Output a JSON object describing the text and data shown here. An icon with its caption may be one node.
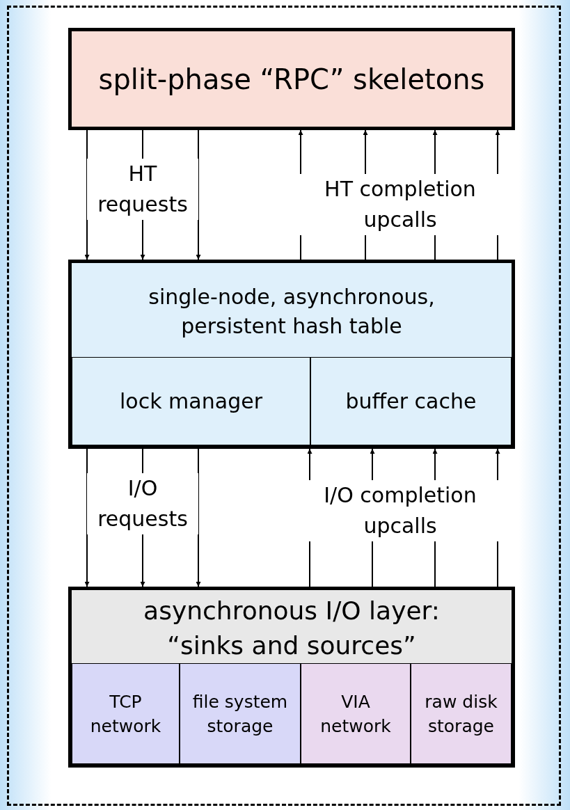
{
  "diagram": {
    "nodes": [
      {
        "text": [
          "split-phase “RPC” skeletons"
        ]
      },
      {
        "text": [
          "single-node, asynchronous, persistent hash table"
        ]
      },
      {
        "text": [
          "lock manager"
        ],
        "in": 1
      },
      {
        "text": [
          "buffer cache"
        ],
        "in": 1
      },
      {
        "text": [
          "asynchronous I/O layer: “sinks and sources”"
        ]
      },
      {
        "text": [
          "TCP network"
        ],
        "in": 4
      },
      {
        "text": [
          "file system storage"
        ],
        "in": 4
      },
      {
        "text": [
          "VIA network"
        ],
        "in": 4
      },
      {
        "text": [
          "raw disk storage"
        ],
        "in": 4
      }
    ],
    "edges": [
      {
        "from": 0,
        "to": 1,
        "arrow": "to"
      },
      {
        "from": 0,
        "to": 1,
        "arrow": "to"
      },
      {
        "from": 0,
        "to": 1,
        "arrow": "to"
      },
      {
        "from": 1,
        "to": 0,
        "arrow": "to"
      },
      {
        "from": 1,
        "to": 0,
        "arrow": "to"
      },
      {
        "from": 1,
        "to": 0,
        "arrow": "to"
      },
      {
        "from": 1,
        "to": 0,
        "arrow": "to"
      },
      {
        "from": 1,
        "to": 4,
        "arrow": "to"
      },
      {
        "from": 1,
        "to": 4,
        "arrow": "to"
      },
      {
        "from": 1,
        "to": 4,
        "arrow": "to"
      },
      {
        "from": 4,
        "to": 1,
        "arrow": "to"
      },
      {
        "from": 4,
        "to": 1,
        "arrow": "to"
      },
      {
        "from": 4,
        "to": 1,
        "arrow": "to"
      },
      {
        "from": 4,
        "to": 1,
        "arrow": "to"
      }
    ],
    "labels": [
      "HT requests",
      "HT completion upcalls",
      "I/O requests",
      "I/O completion upcalls"
    ]
  }
}
